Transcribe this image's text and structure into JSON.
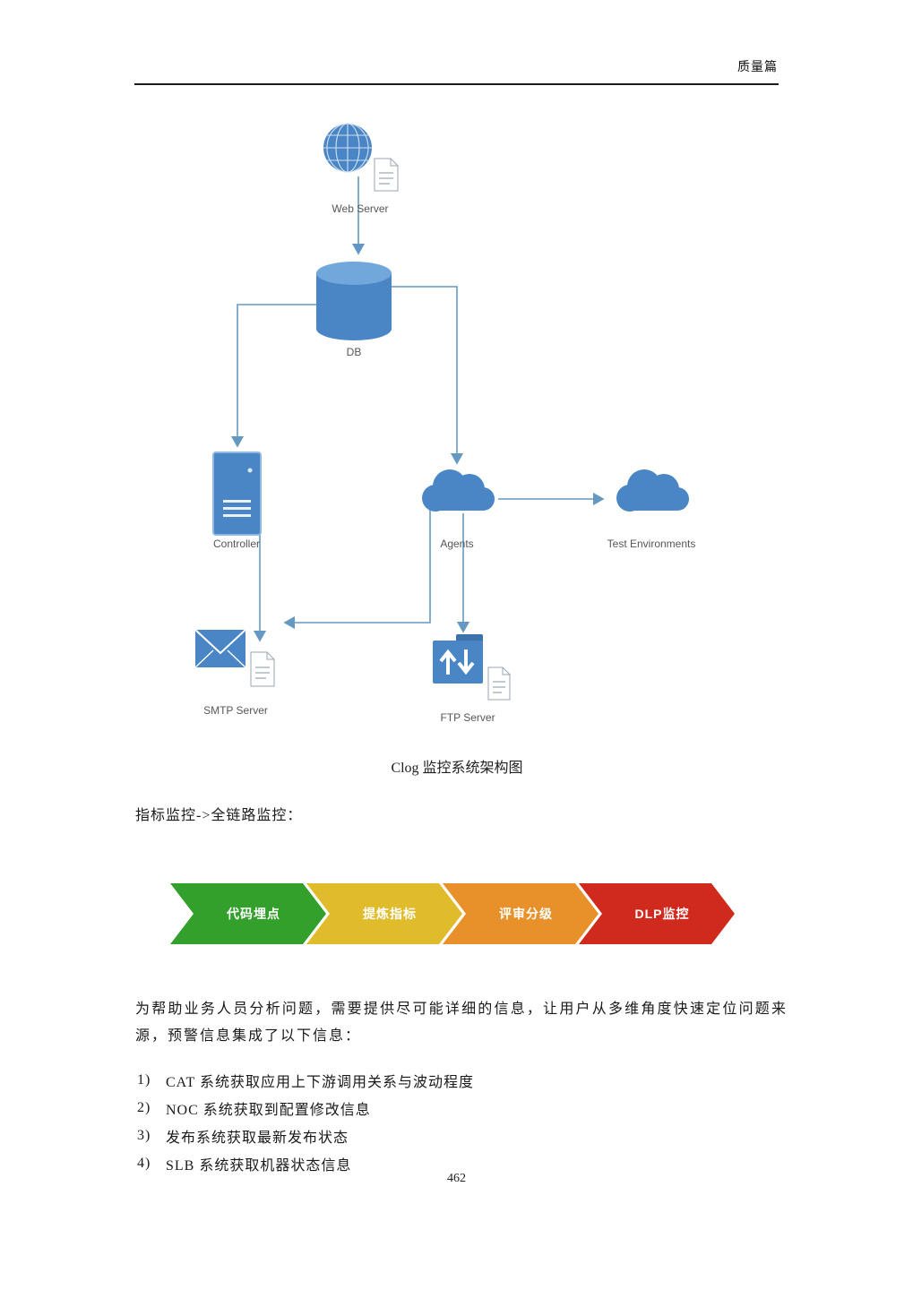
{
  "page": {
    "header_title": "质量篇",
    "page_number": "462"
  },
  "diagram": {
    "caption": "Clog 监控系统架构图",
    "nodes": {
      "web_server": "Web Server",
      "db": "DB",
      "controller": "Controller",
      "agents": "Agents",
      "test_environments": "Test Environments",
      "smtp_server": "SMTP Server",
      "ftp_server": "FTP Server"
    },
    "colors": {
      "node_blue": "#4a86c5",
      "node_blue_light": "#71a7da",
      "connector": "#6699c2"
    }
  },
  "section": {
    "intro": "指标监控->全链路监控："
  },
  "flow": {
    "steps": [
      {
        "label": "代码埋点",
        "color": "#33a02c"
      },
      {
        "label": "提炼指标",
        "color": "#e0bc2d"
      },
      {
        "label": "评审分级",
        "color": "#e8912b"
      },
      {
        "label": "DLP监控",
        "color": "#d02a1e"
      }
    ]
  },
  "body": {
    "paragraph": "为帮助业务人员分析问题，需要提供尽可能详细的信息，让用户从多维角度快速定位问题来源，预警信息集成了以下信息：",
    "list": [
      {
        "num": "1)",
        "text": "CAT 系统获取应用上下游调用关系与波动程度"
      },
      {
        "num": "2)",
        "text": "NOC 系统获取到配置修改信息"
      },
      {
        "num": "3)",
        "text": "发布系统获取最新发布状态"
      },
      {
        "num": "4)",
        "text": "SLB 系统获取机器状态信息"
      }
    ]
  }
}
